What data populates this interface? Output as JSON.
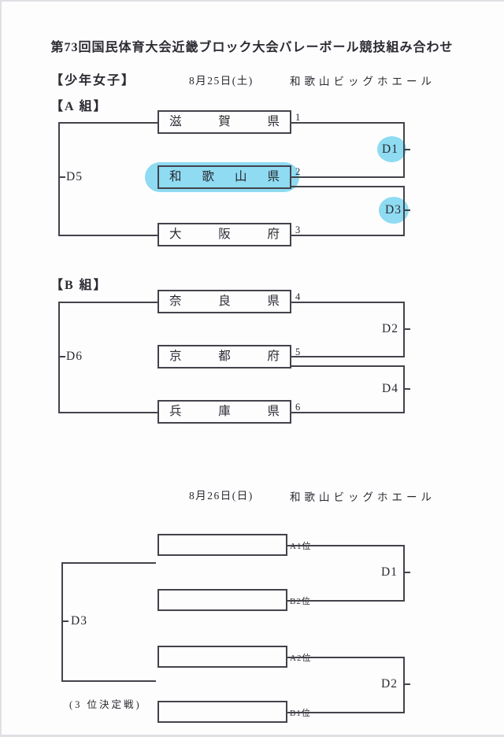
{
  "page": {
    "title": "第73回国民体育大会近畿ブロック大会バレーボール競技組み合わせ",
    "category": "【少年女子】",
    "third_place_note": "(3 位決定戦)"
  },
  "day1": {
    "date": "8月25日(土)",
    "venue": "和歌山ビッグホエール"
  },
  "day2": {
    "date": "8月26日(日)",
    "venue": "和歌山ビッグホエール"
  },
  "group_a": {
    "heading": "【A 組】",
    "left_match": {
      "label": "D5"
    },
    "teams": [
      {
        "name": "滋 賀 県",
        "seed": "1",
        "highlighted": false
      },
      {
        "name": "和 歌 山 県",
        "seed": "2",
        "highlighted": true
      },
      {
        "name": "大 阪 府",
        "seed": "3",
        "highlighted": false
      }
    ],
    "right_matches": [
      {
        "label": "D1",
        "highlighted": true
      },
      {
        "label": "D3",
        "highlighted": true
      }
    ]
  },
  "group_b": {
    "heading": "【B 組】",
    "left_match": {
      "label": "D6"
    },
    "teams": [
      {
        "name": "奈 良 県",
        "seed": "4",
        "highlighted": false
      },
      {
        "name": "京 都 府",
        "seed": "5",
        "highlighted": false
      },
      {
        "name": "兵 庫 県",
        "seed": "6",
        "highlighted": false
      }
    ],
    "right_matches": [
      {
        "label": "D2",
        "highlighted": false
      },
      {
        "label": "D4",
        "highlighted": false
      }
    ]
  },
  "finals": {
    "left_match": {
      "label": "D3"
    },
    "slots": [
      {
        "label": "A1位"
      },
      {
        "label": "B2位"
      },
      {
        "label": "A2位"
      },
      {
        "label": "B1位"
      }
    ],
    "right_matches": [
      {
        "label": "D1",
        "highlighted": false
      },
      {
        "label": "D2",
        "highlighted": false
      }
    ]
  },
  "colors": {
    "highlight": "#8edbf2",
    "line": "#43434b"
  }
}
